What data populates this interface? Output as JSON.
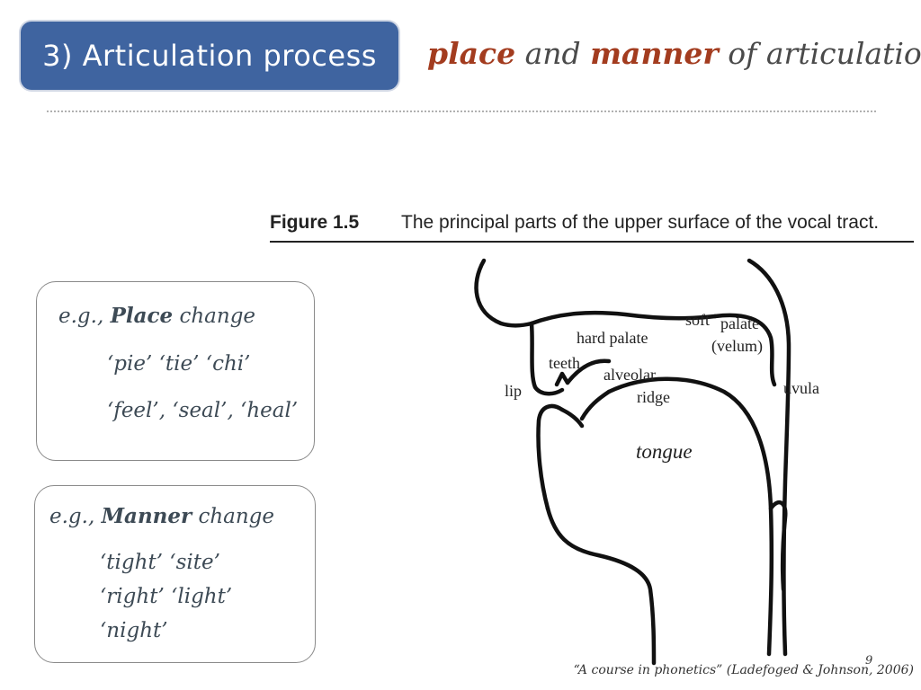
{
  "slide": {
    "title": "3) Articulation process",
    "subtitle": {
      "word1": "place",
      "and": " and ",
      "word2": "manner",
      "rest": " of articulation"
    },
    "colors": {
      "title_bg": "#3f64a0",
      "accent": "#a33c1f",
      "card_text": "#3d4a55"
    }
  },
  "place_card": {
    "prefix": "e.g., ",
    "keyword": "Place",
    "suffix": " change",
    "examples": [
      "‘pie’ ‘tie’ ‘chi’",
      "‘feel’, ‘seal’, ‘heal’"
    ]
  },
  "manner_card": {
    "prefix": "e.g., ",
    "keyword": "Manner",
    "suffix": " change",
    "examples": [
      "‘tight’ ‘site’",
      "‘right’ ‘light’",
      "‘night’"
    ]
  },
  "figure": {
    "number": "Figure 1.5",
    "caption": "The principal parts of the upper surface of the vocal tract.",
    "labels": {
      "soft": "soft",
      "palate": "palate",
      "velum": "(velum)",
      "hard_palate": "hard palate",
      "teeth": "teeth",
      "alveolar": "alveolar",
      "ridge": "ridge",
      "lip": "lip",
      "uvula": "uvula",
      "tongue": "tongue"
    }
  },
  "footer": {
    "citation": "“A course in phonetics” (Ladefoged & Johnson, 2006)",
    "page_number": "9"
  }
}
